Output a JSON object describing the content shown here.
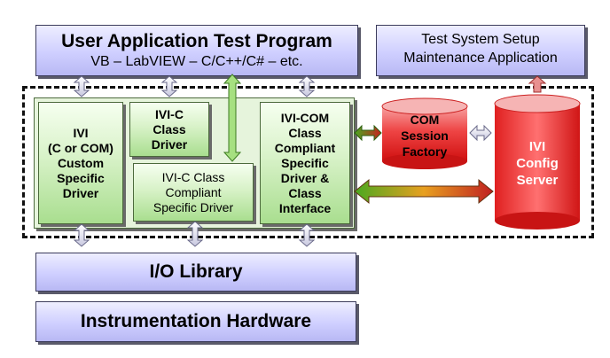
{
  "user_app": {
    "title": "User Application Test Program",
    "subtitle": "VB – LabVIEW – C/C++/C# – etc."
  },
  "test_setup": {
    "line1": "Test System Setup",
    "line2": "Maintenance Application"
  },
  "ivi_custom": {
    "lines": [
      "IVI",
      "(C or COM)",
      "Custom",
      "Specific",
      "Driver"
    ]
  },
  "ivi_c_class": {
    "lines": [
      "IVI-C",
      "Class",
      "Driver"
    ]
  },
  "ivi_c_compliant": {
    "lines": [
      "IVI-C Class",
      "Compliant",
      "Specific Driver"
    ]
  },
  "ivi_com": {
    "lines": [
      "IVI-COM",
      "Class",
      "Compliant",
      "Specific",
      "Driver &",
      "Class",
      "Interface"
    ]
  },
  "com_session": {
    "lines": [
      "COM",
      "Session",
      "Factory"
    ]
  },
  "ivi_config": {
    "lines": [
      "IVI",
      "Config",
      "Server"
    ]
  },
  "io_library": {
    "label": "I/O Library"
  },
  "instrumentation": {
    "label": "Instrumentation Hardware"
  },
  "colors": {
    "purple_box": "#c8c8ff",
    "green_box": "#c8ecb4",
    "red_cylinder": "#e52222",
    "arrow_green": "#5ab52a",
    "arrow_red": "#c62020"
  }
}
